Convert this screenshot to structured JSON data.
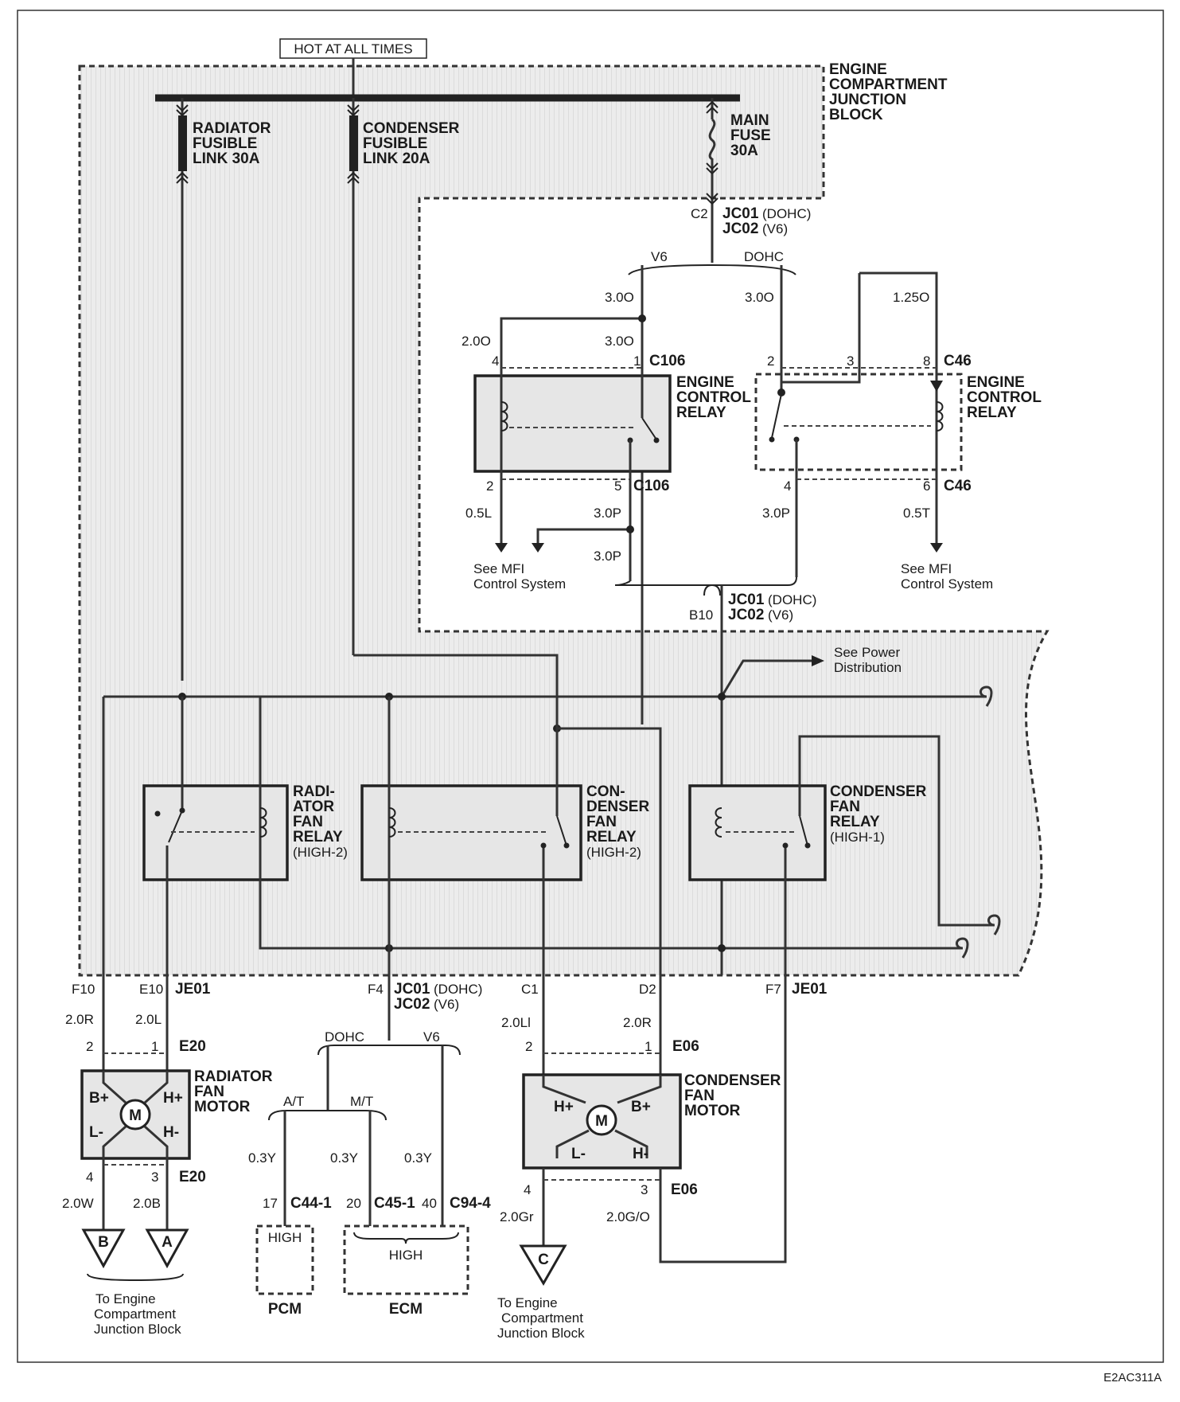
{
  "header": {
    "hot_label": "HOT AT ALL TIMES",
    "ecjb_lines": [
      "ENGINE",
      "COMPARTMENT",
      "JUNCTION",
      "BLOCK"
    ],
    "figure_id": "E2AC311A"
  },
  "fuses": {
    "radiator": [
      "RADIATOR",
      "FUSIBLE",
      "LINK 30A"
    ],
    "condenser": [
      "CONDENSER",
      "FUSIBLE",
      "LINK 20A"
    ],
    "main": [
      "MAIN",
      "FUSE",
      "30A"
    ]
  },
  "connectors": {
    "c2": "C2",
    "jc01_b": "JC01",
    "dohc_paren": "(DOHC)",
    "jc02_b": "JC02",
    "v6_paren": "(V6)",
    "b10": "B10",
    "c106": "C106",
    "c46": "C46",
    "je01": "JE01",
    "e20": "E20",
    "e06": "E06",
    "f10": "F10",
    "e10": "E10",
    "f4": "F4",
    "c1": "C1",
    "d2": "D2",
    "f7": "F7",
    "c44": "C44-1",
    "c45": "C45-1",
    "c94": "C94-4"
  },
  "branches": {
    "v6": "V6",
    "dohc": "DOHC",
    "at": "A/T",
    "mt": "M/T"
  },
  "wires": {
    "w30o": "3.0O",
    "w20o": "2.0O",
    "w125o": "1.25O",
    "w05l": "0.5L",
    "w30p": "3.0P",
    "w05t": "0.5T",
    "w20r": "2.0R",
    "w20l": "2.0L",
    "w20li": "2.0Ll",
    "w20w": "2.0W",
    "w20b": "2.0B",
    "w03y": "0.3Y",
    "w20gr": "2.0Gr",
    "w20go": "2.0G/O"
  },
  "pins": {
    "p1": "1",
    "p2": "2",
    "p3": "3",
    "p4": "4",
    "p5": "5",
    "p6": "6",
    "p8": "8",
    "p17": "17",
    "p20": "20",
    "p40": "40"
  },
  "relays": {
    "ecr": [
      "ENGINE",
      "CONTROL",
      "RELAY"
    ],
    "rad_fan": [
      "RADI-",
      "ATOR",
      "FAN",
      "RELAY",
      "(HIGH-2)"
    ],
    "con_fan2": [
      "CON-",
      "DENSER",
      "FAN",
      "RELAY",
      "(HIGH-2)"
    ],
    "con_fan1": [
      "CONDENSER",
      "FAN",
      "RELAY",
      "(HIGH-1)"
    ]
  },
  "motors": {
    "radiator": [
      "RADIATOR",
      "FAN",
      "MOTOR"
    ],
    "condenser": [
      "CONDENSER",
      "FAN",
      "MOTOR"
    ],
    "m": "M",
    "bplus": "B+",
    "hplus": "H+",
    "lminus": "L-",
    "hminus": "H-"
  },
  "refs": {
    "see_mfi": [
      "See MFI",
      "Control System"
    ],
    "see_power": [
      "See Power",
      "Distribution"
    ],
    "to_ecjb": [
      "To Engine",
      "Compartment",
      "Junction Block"
    ]
  },
  "grounds": {
    "a": "A",
    "b": "B",
    "c": "C"
  },
  "modules": {
    "high": "HIGH",
    "pcm": "PCM",
    "ecm": "ECM"
  }
}
